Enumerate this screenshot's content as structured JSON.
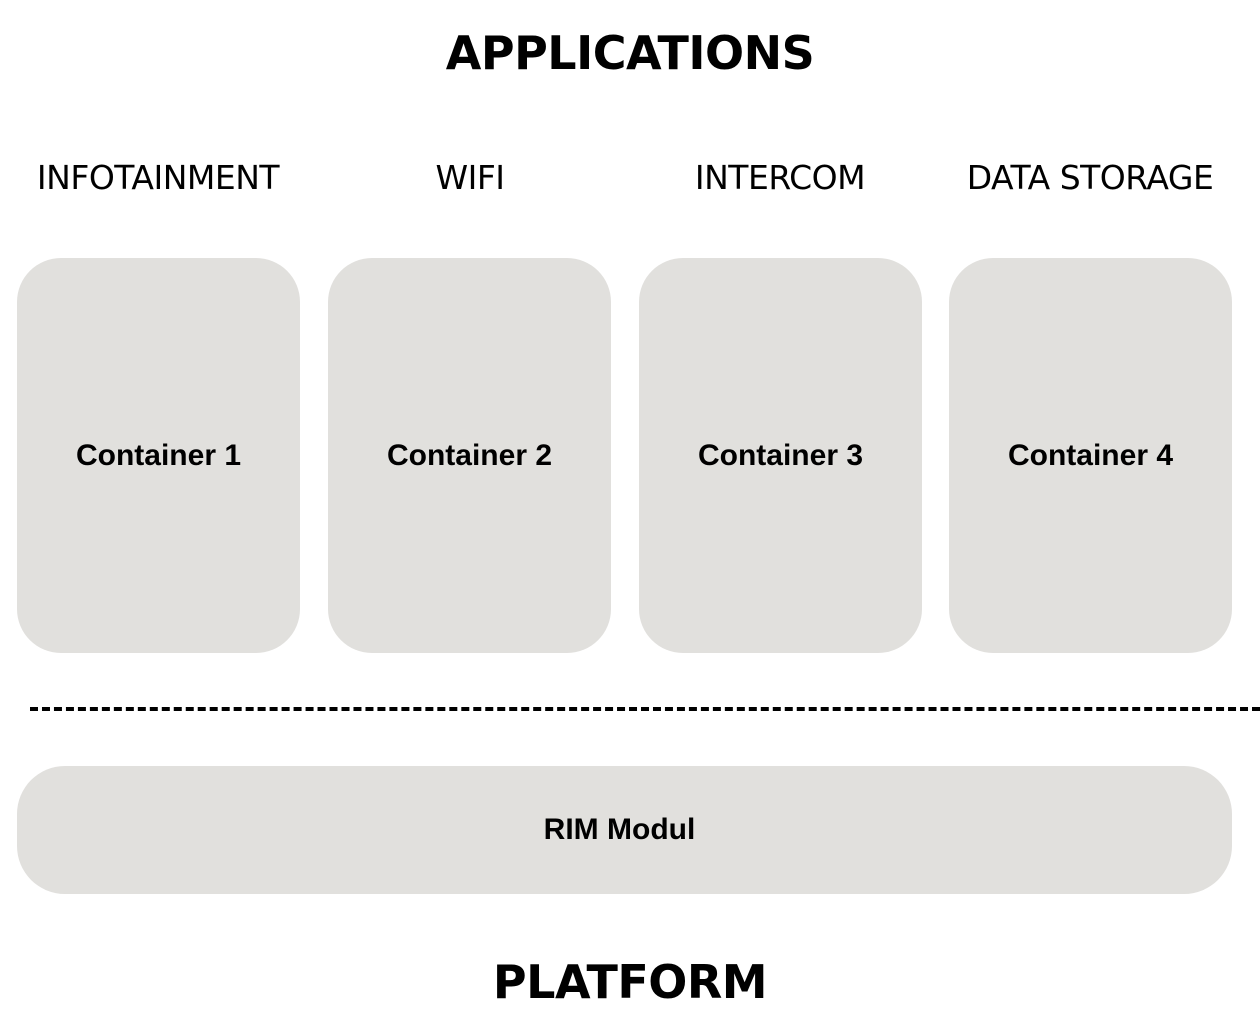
{
  "applications_title": "APPLICATIONS",
  "platform_title": "PLATFORM",
  "apps": [
    {
      "label": "INFOTAINMENT",
      "container": "Container 1"
    },
    {
      "label": "WIFI",
      "container": "Container 2"
    },
    {
      "label": "INTERCOM",
      "container": "Container 3"
    },
    {
      "label": "DATA STORAGE",
      "container": "Container 4"
    }
  ],
  "platform_module": "RIM Modul",
  "colors": {
    "box_fill": "#e1e0dd",
    "text": "#000000",
    "divider": "#000000"
  }
}
